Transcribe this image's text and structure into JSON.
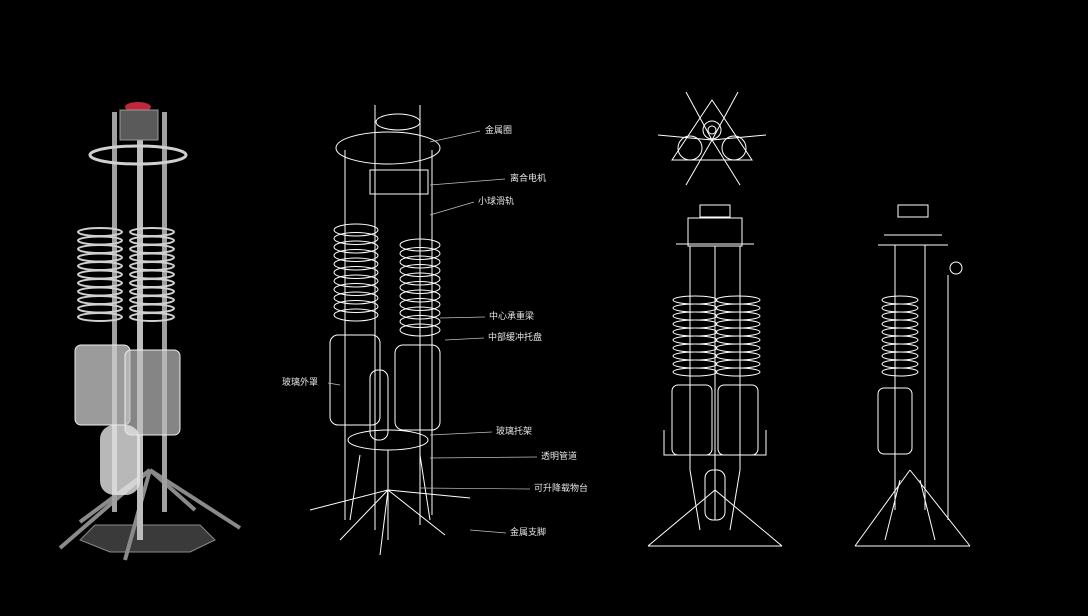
{
  "colors": {
    "background": "#000000",
    "wireframe": "#ffffff",
    "render_metal": "#9a9a9a",
    "render_glass": "#d8d8d8",
    "accent_cap": "#c0283a"
  },
  "callouts": [
    {
      "id": "metal_ring",
      "text": "金属圈"
    },
    {
      "id": "clutch_motor",
      "text": "离合电机"
    },
    {
      "id": "ball_rail",
      "text": "小球滑轨"
    },
    {
      "id": "center_beam",
      "text": "中心承重梁"
    },
    {
      "id": "mid_tray",
      "text": "中部缓冲托盘"
    },
    {
      "id": "glass_cover",
      "text": "玻璃外罩"
    },
    {
      "id": "glass_bracket",
      "text": "玻璃托架"
    },
    {
      "id": "clear_tube",
      "text": "透明管道"
    },
    {
      "id": "lift_platform",
      "text": "可升降载物台"
    },
    {
      "id": "metal_legs",
      "text": "金属支脚"
    }
  ],
  "views": [
    {
      "id": "render",
      "kind": "shaded-3d-render"
    },
    {
      "id": "exploded",
      "kind": "annotated-wireframe"
    },
    {
      "id": "top",
      "kind": "top-view-wireframe"
    },
    {
      "id": "front",
      "kind": "front-view-wireframe"
    },
    {
      "id": "side",
      "kind": "side-view-wireframe"
    }
  ]
}
